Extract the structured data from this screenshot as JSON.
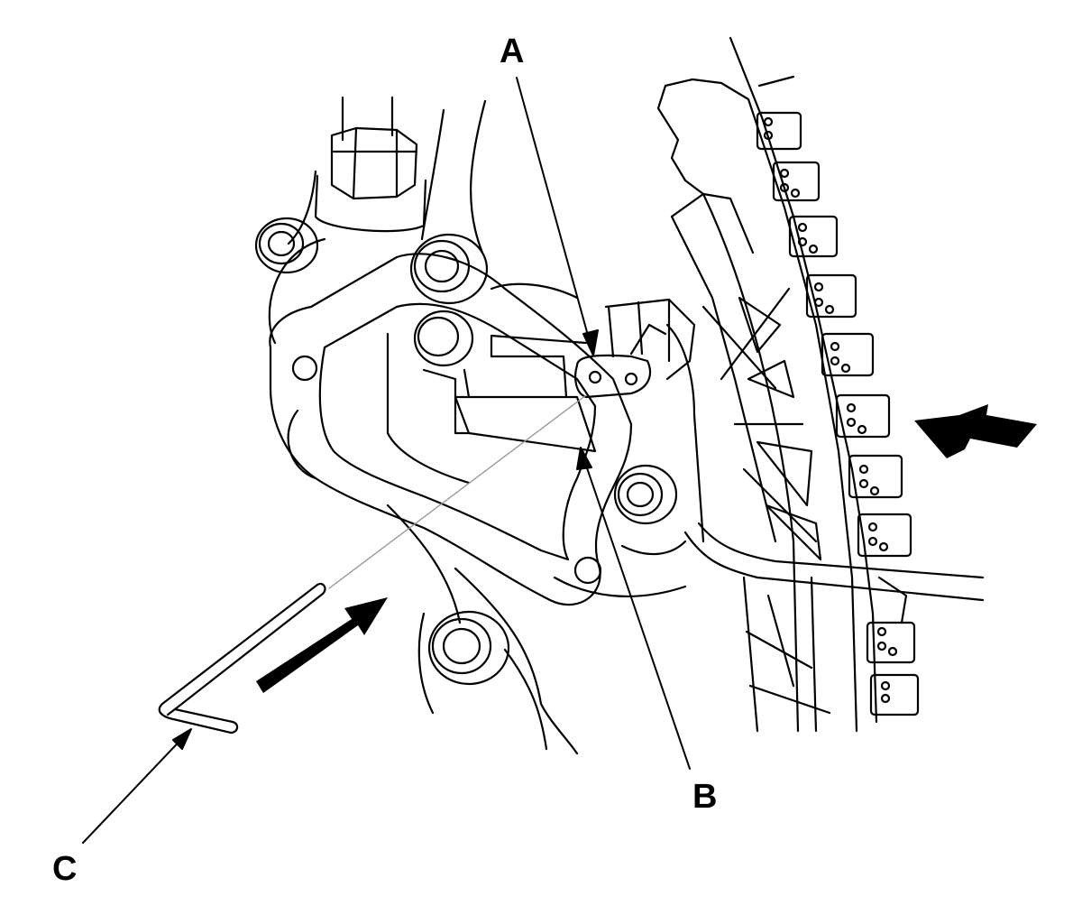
{
  "callouts": {
    "a": "A",
    "b": "B",
    "c": "C"
  },
  "colors": {
    "line": "#000000",
    "background": "#ffffff",
    "guide": "#9a9a9a"
  }
}
